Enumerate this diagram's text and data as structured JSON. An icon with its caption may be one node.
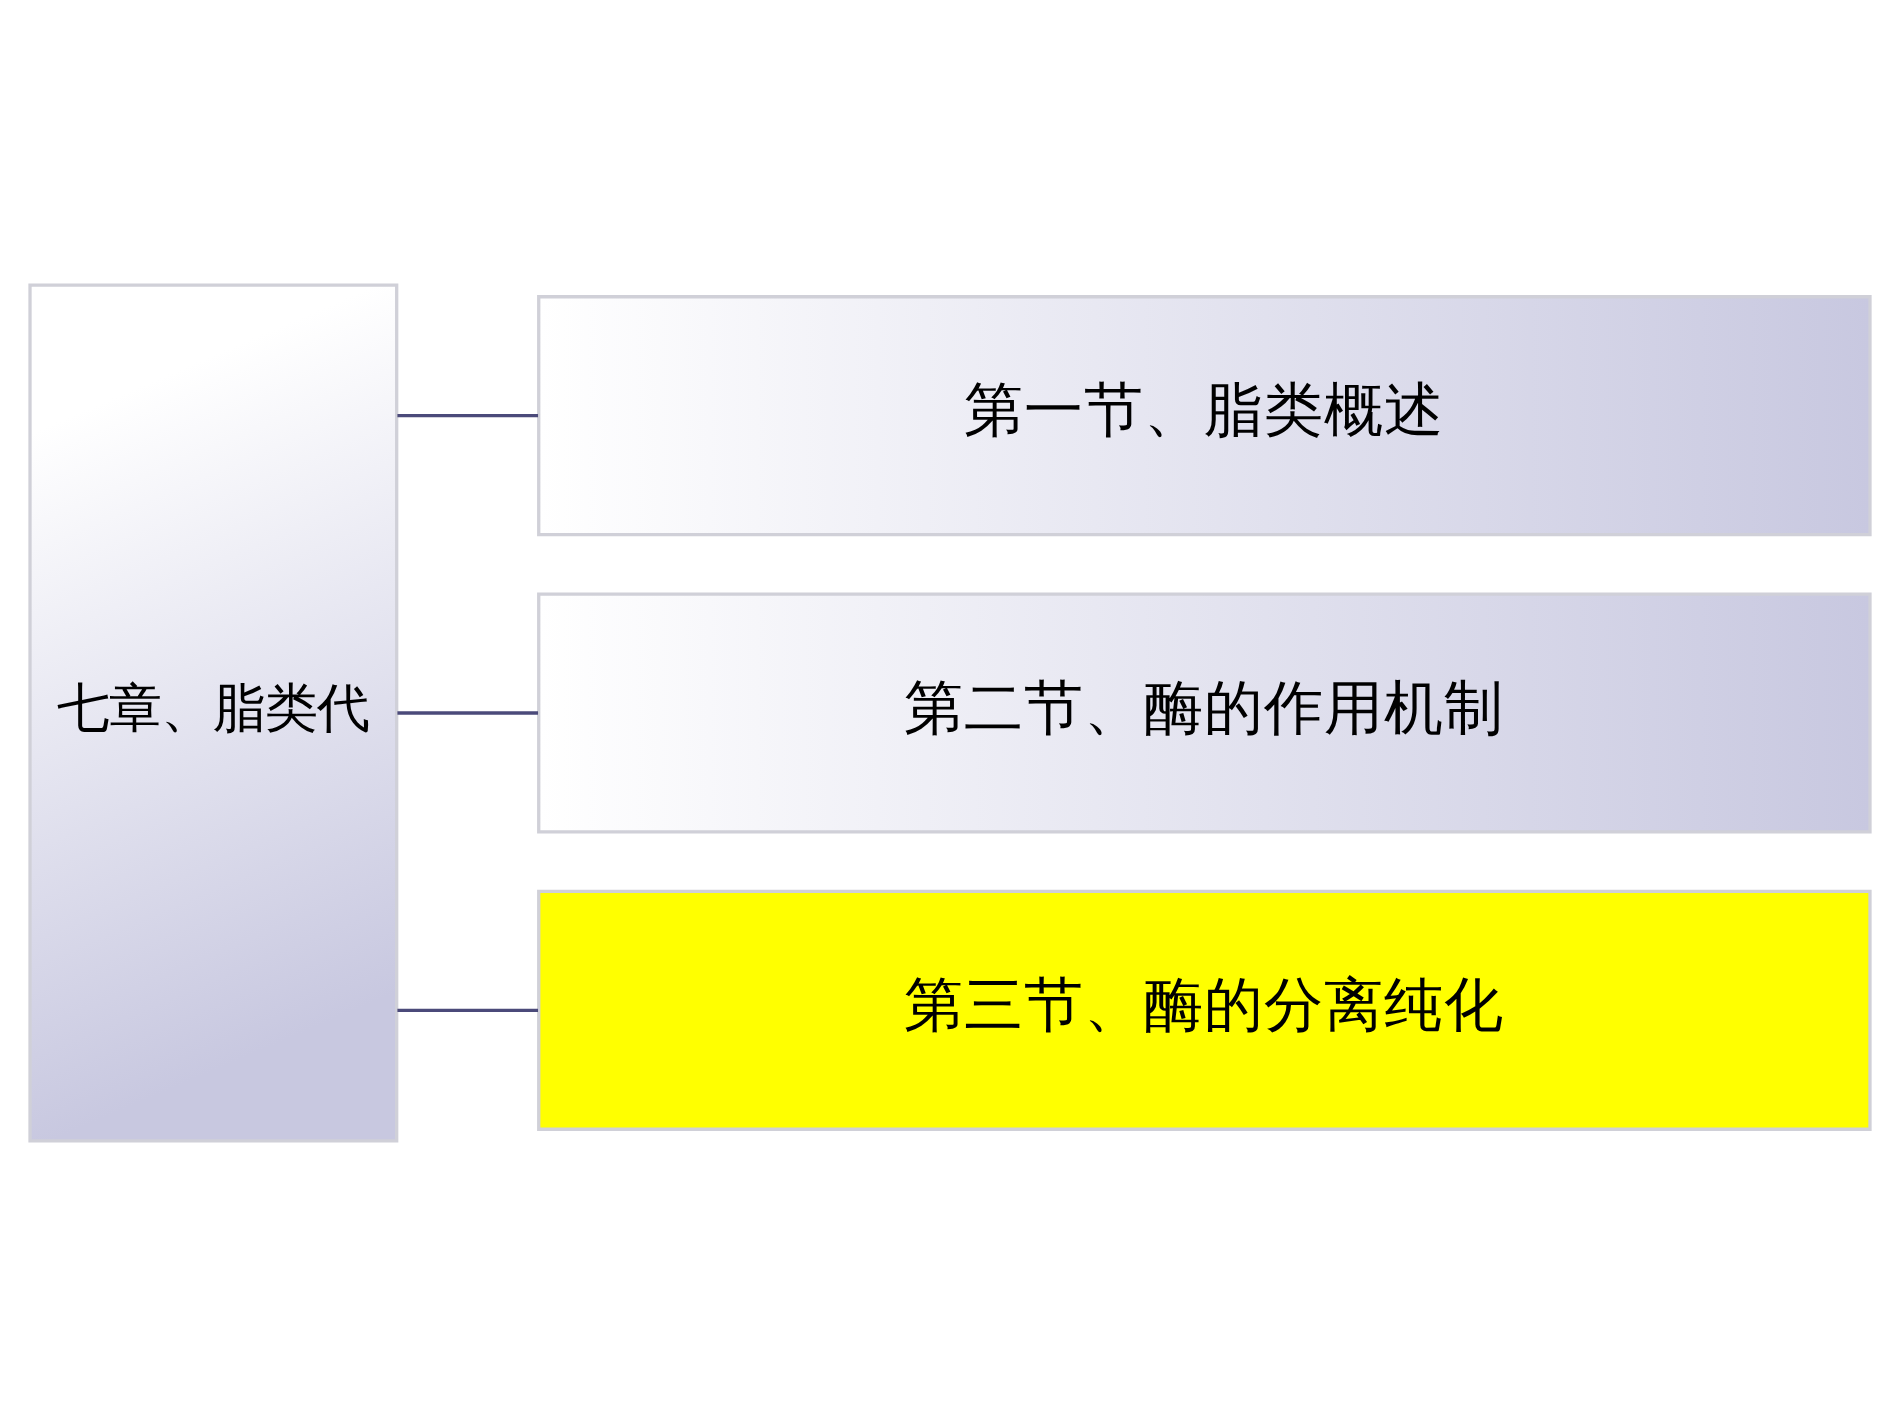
{
  "diagram": {
    "nodes": [
      {
        "text": [
          "七章、脂类代"
        ]
      },
      {
        "text": [
          "第一节、脂类概述"
        ]
      },
      {
        "text": [
          "第二节、酶的作用机制"
        ]
      },
      {
        "text": [
          "第三节、酶的分离纯化"
        ]
      }
    ],
    "edges": [
      {
        "from": 0,
        "to": 1,
        "arrow": "none"
      },
      {
        "from": 0,
        "to": 2,
        "arrow": "none"
      },
      {
        "from": 0,
        "to": 3,
        "arrow": "none"
      }
    ]
  }
}
